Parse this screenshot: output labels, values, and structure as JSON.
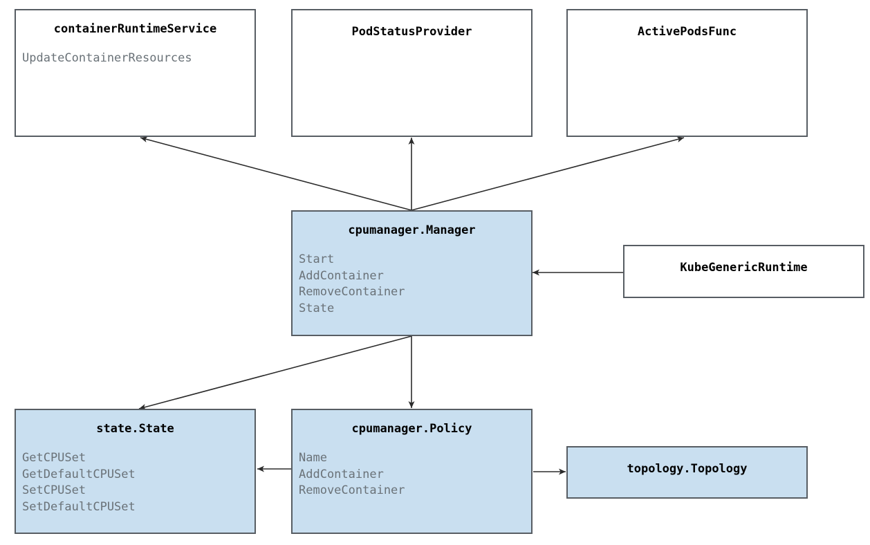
{
  "diagram": {
    "kind": "class-diagram",
    "background_color": "#ffffff",
    "node_fill_white": "#ffffff",
    "node_fill_blue": "#c9dff0",
    "node_border_color": "#575d63",
    "title_color": "#000000",
    "member_color": "#6a7278",
    "edge_color": "#2b2b2b",
    "nodes": [
      {
        "id": "containerRuntimeService",
        "title": "containerRuntimeService",
        "fill": "white",
        "members": [
          "UpdateContainerResources"
        ]
      },
      {
        "id": "PodStatusProvider",
        "title": "PodStatusProvider",
        "fill": "white",
        "members": []
      },
      {
        "id": "ActivePodsFunc",
        "title": "ActivePodsFunc",
        "fill": "white",
        "members": []
      },
      {
        "id": "cpumanagerManager",
        "title": "cpumanager.Manager",
        "fill": "blue",
        "members": [
          "Start",
          "AddContainer",
          "RemoveContainer",
          "State"
        ]
      },
      {
        "id": "KubeGenericRuntime",
        "title": "KubeGenericRuntime",
        "fill": "white",
        "members": []
      },
      {
        "id": "stateState",
        "title": "state.State",
        "fill": "blue",
        "members": [
          "GetCPUSet",
          "GetDefaultCPUSet",
          "SetCPUSet",
          "SetDefaultCPUSet"
        ]
      },
      {
        "id": "cpumanagerPolicy",
        "title": "cpumanager.Policy",
        "fill": "blue",
        "members": [
          "Name",
          "AddContainer",
          "RemoveContainer"
        ]
      },
      {
        "id": "topologyTopology",
        "title": "topology.Topology",
        "fill": "blue",
        "members": []
      }
    ],
    "edges": [
      {
        "from": "cpumanagerManager",
        "to": "containerRuntimeService",
        "style": "solid",
        "arrow": "open-filled"
      },
      {
        "from": "cpumanagerManager",
        "to": "PodStatusProvider",
        "style": "solid",
        "arrow": "open-filled"
      },
      {
        "from": "cpumanagerManager",
        "to": "ActivePodsFunc",
        "style": "solid",
        "arrow": "open-filled"
      },
      {
        "from": "KubeGenericRuntime",
        "to": "cpumanagerManager",
        "style": "solid",
        "arrow": "open-filled"
      },
      {
        "from": "cpumanagerManager",
        "to": "stateState",
        "style": "solid",
        "arrow": "open-filled"
      },
      {
        "from": "cpumanagerManager",
        "to": "cpumanagerPolicy",
        "style": "solid",
        "arrow": "open-filled"
      },
      {
        "from": "cpumanagerPolicy",
        "to": "stateState",
        "style": "solid",
        "arrow": "open-filled"
      },
      {
        "from": "cpumanagerPolicy",
        "to": "topologyTopology",
        "style": "solid",
        "arrow": "open-filled"
      }
    ]
  }
}
